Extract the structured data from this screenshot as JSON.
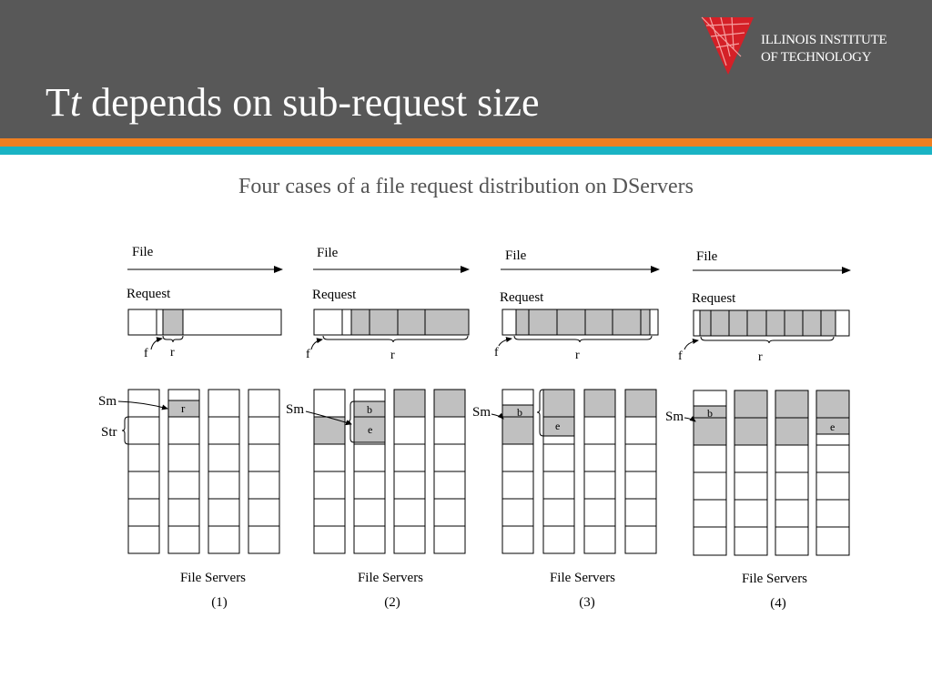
{
  "header": {
    "title_prefix": "T",
    "title_var": "t",
    "title_rest": " depends on sub-request size",
    "logo_line1": "ILLINOIS INSTITUTE",
    "logo_line2": "OF TECHNOLOGY"
  },
  "colors": {
    "header_bg": "#585858",
    "stripe_orange": "#f07f21",
    "stripe_teal": "#1ab3c4",
    "logo_red": "#d42027",
    "highlight_fill": "#c0c0c0"
  },
  "subtitle": "Four cases of a file request distribution on DServers",
  "cases": [
    {
      "file_label": "File",
      "request_label": "Request",
      "f_label": "f",
      "r_label": "r",
      "sm_label": "Sm",
      "str_label": "Str",
      "cell_labels": [
        "r"
      ],
      "servers_label": "File Servers",
      "case_label": "(1)"
    },
    {
      "file_label": "File",
      "request_label": "Request",
      "f_label": "f",
      "r_label": "r",
      "sm_label": "Sm",
      "cell_labels": [
        "b",
        "e"
      ],
      "servers_label": "File Servers",
      "case_label": "(2)"
    },
    {
      "file_label": "File",
      "request_label": "Request",
      "f_label": "f",
      "r_label": "r",
      "sm_label": "Sm",
      "cell_labels": [
        "b",
        "e"
      ],
      "servers_label": "File Servers",
      "case_label": "(3)"
    },
    {
      "file_label": "File",
      "request_label": "Request",
      "f_label": "f",
      "r_label": "r",
      "sm_label": "Sm",
      "cell_labels": [
        "b",
        "e"
      ],
      "servers_label": "File Servers",
      "case_label": "(4)"
    }
  ]
}
